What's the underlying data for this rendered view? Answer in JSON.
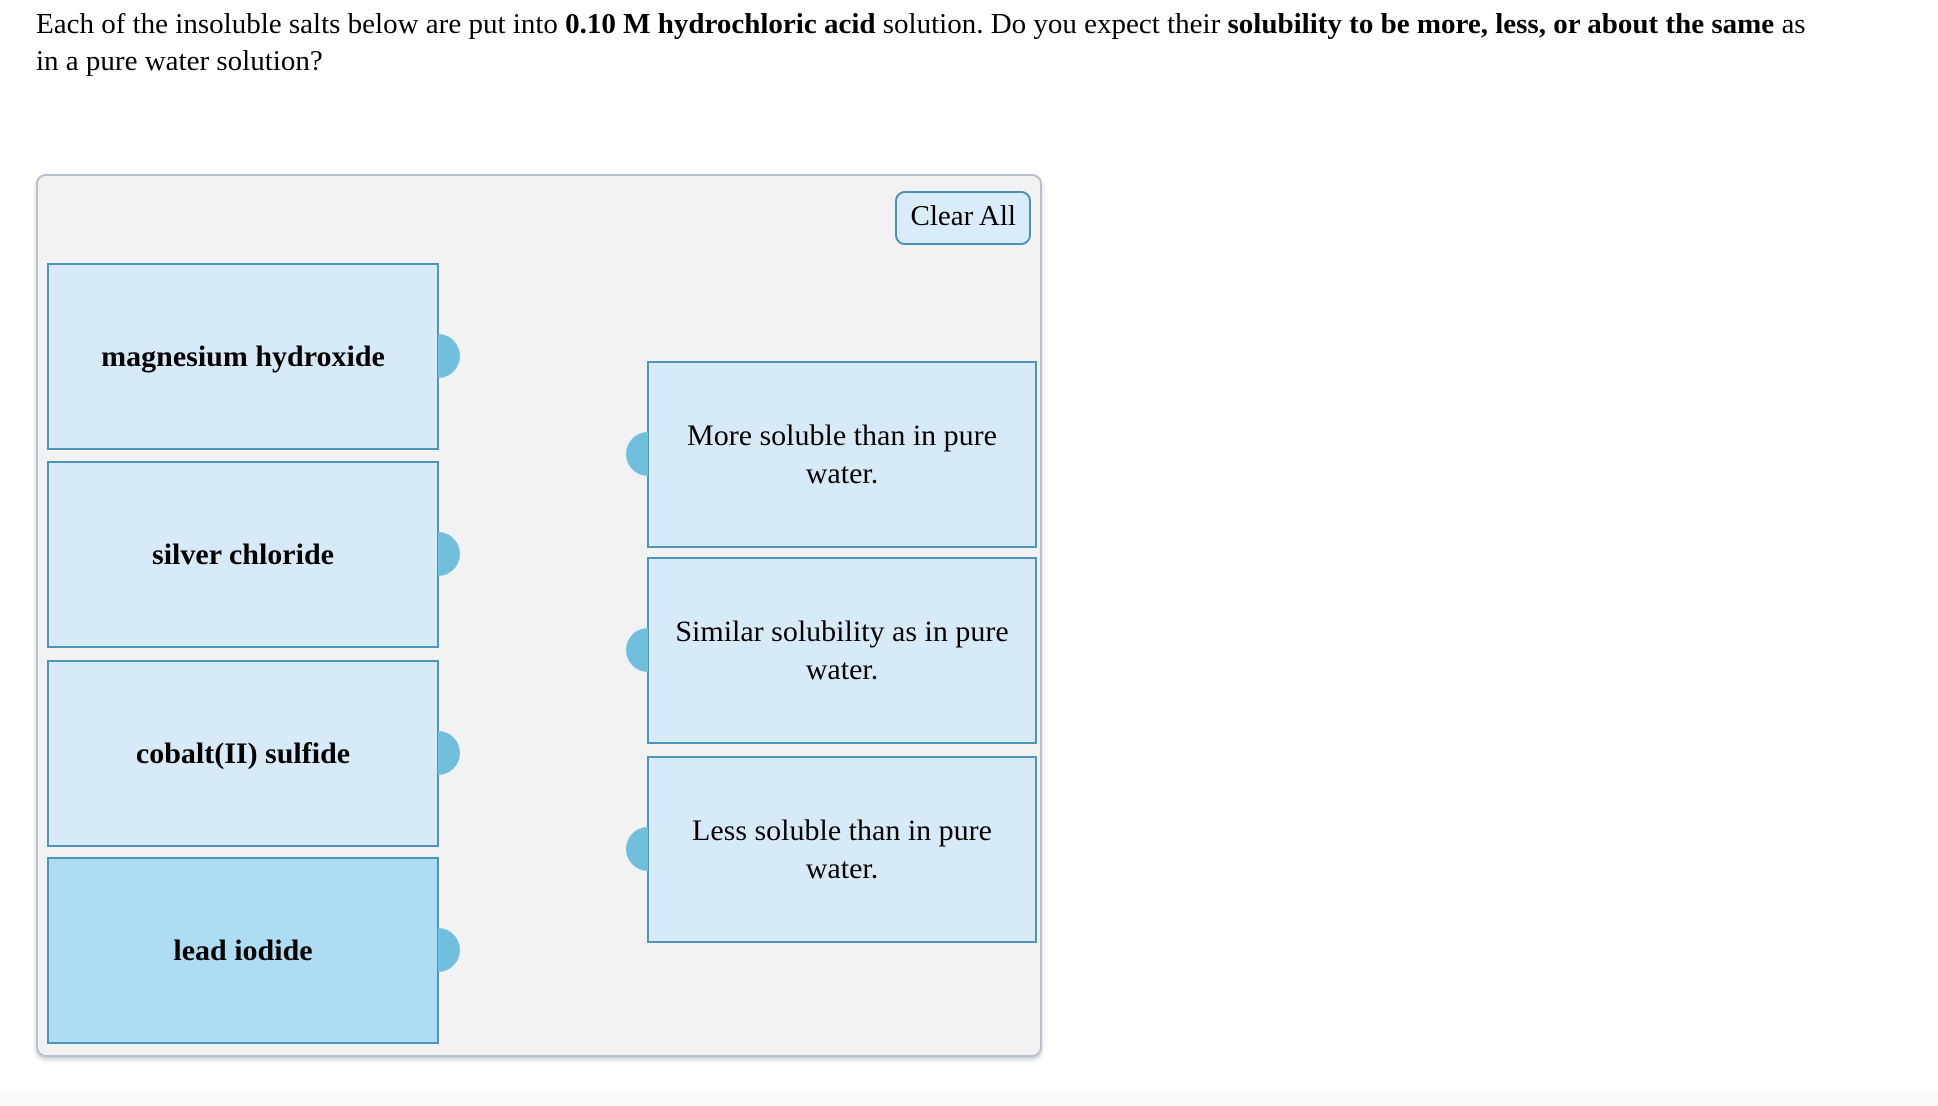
{
  "question": {
    "line1_pre": "Each of the insoluble salts below are put into ",
    "line1_bold1": "0.10 M hydrochloric acid",
    "line1_mid": " solution. Do you expect their ",
    "line1_bold2": "solubility to be more, less, or about the same",
    "line1_post": " as",
    "line2": "in a pure water solution?"
  },
  "panel": {
    "clear_all_label": "Clear All",
    "items": [
      {
        "label": "magnesium hydroxide",
        "state": "default"
      },
      {
        "label": "silver chloride",
        "state": "default"
      },
      {
        "label": "cobalt(II) sulfide",
        "state": "default"
      },
      {
        "label": "lead iodide",
        "state": "highlighted"
      }
    ],
    "targets": [
      {
        "label": "More soluble than in pure water."
      },
      {
        "label": "Similar solubility as in pure water."
      },
      {
        "label": "Less soluble than in pure water."
      }
    ]
  },
  "colors": {
    "box_fill": "#d6eaf7",
    "box_fill_highlighted": "#aedcf3",
    "box_border": "#4d95bb",
    "connector_dot": "#72bfdd",
    "panel_bg": "#f2f2f2",
    "panel_border": "#b7c1cb",
    "button_fill": "#d9ecf9",
    "button_border": "#4a90b5"
  }
}
